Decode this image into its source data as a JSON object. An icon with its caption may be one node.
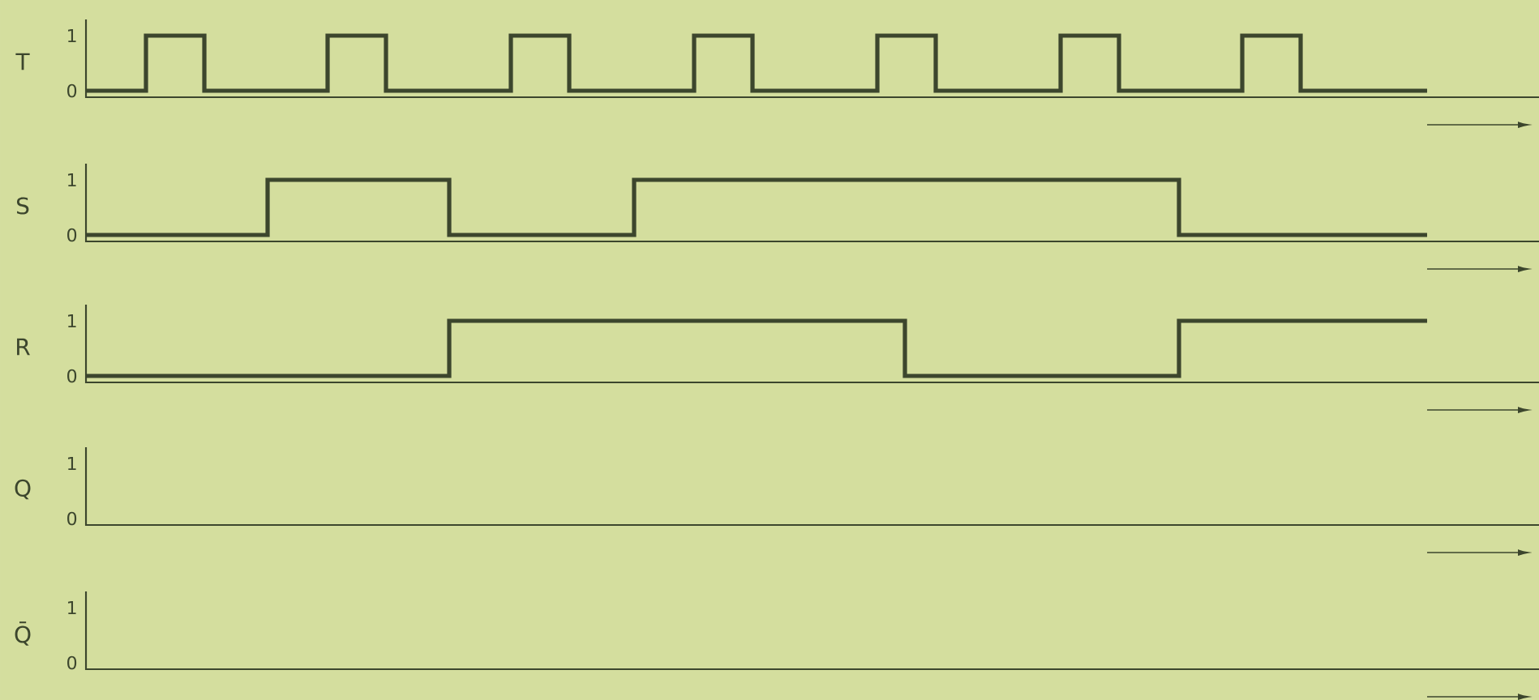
{
  "diagram": {
    "labels": [
      "T",
      "1",
      "0",
      "S",
      "1",
      "0",
      "R",
      "1",
      "0",
      "Q",
      "1",
      "0",
      "Q̄",
      "1",
      "0"
    ]
  }
}
